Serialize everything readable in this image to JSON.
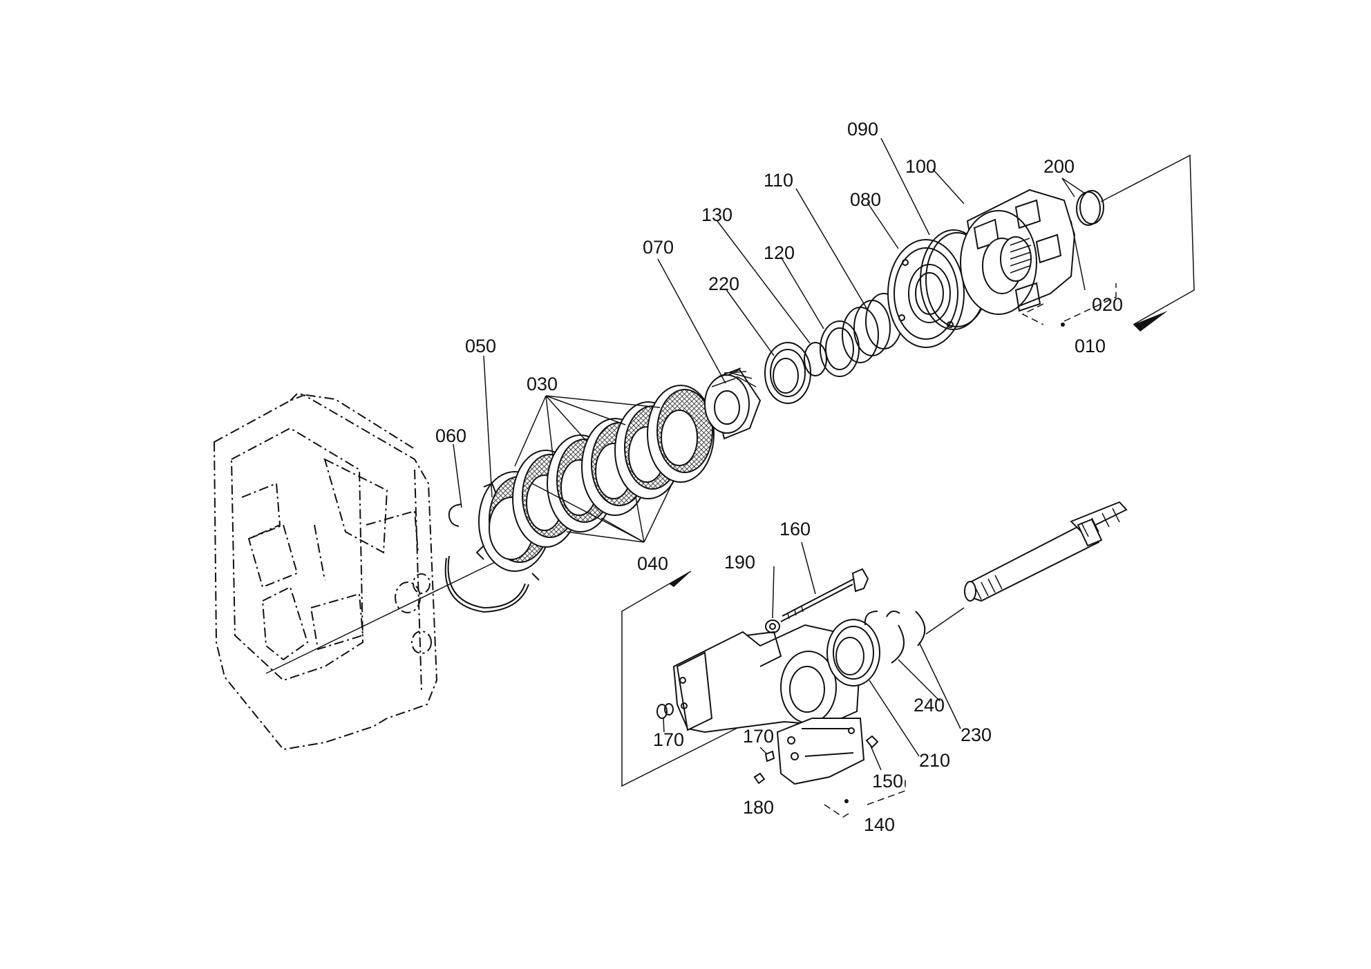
{
  "diagram": {
    "labels": {
      "p010": "010",
      "p020": "020",
      "p030": "030",
      "p040": "040",
      "p050": "050",
      "p060": "060",
      "p070": "070",
      "p080": "080",
      "p090": "090",
      "p100": "100",
      "p110": "110",
      "p120": "120",
      "p130": "130",
      "p140": "140",
      "p150": "150",
      "p160": "160",
      "p170a": "170",
      "p170b": "170",
      "p180": "180",
      "p190": "190",
      "p200": "200",
      "p210": "210",
      "p220": "220",
      "p230": "230",
      "p240": "240"
    }
  }
}
